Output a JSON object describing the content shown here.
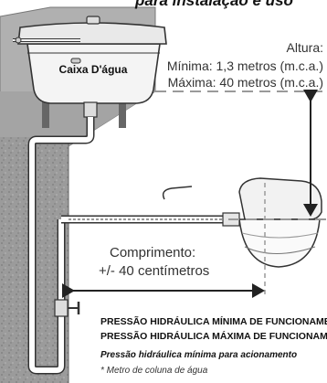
{
  "header": {
    "title": "para instalação e uso"
  },
  "tank": {
    "label": "Caixa D'água"
  },
  "height_spec": {
    "title": "Altura:",
    "min": "Mínima: 1,3 metros (m.c.a.)",
    "max": "Máxima: 40 metros (m.c.a.)"
  },
  "length_spec": {
    "title": "Comprimento:",
    "value": "+/- 40 centímetros"
  },
  "pressure": {
    "min_line": "PRESSÃO HIDRÁULICA MÍNIMA DE FUNCIONAMENTO",
    "max_line": "PRESSÃO HIDRÁULICA MÁXIMA DE FUNCIONAMENTO",
    "activation_line": "Pressão hidráulica mínima para acionamento"
  },
  "footnote": "* Metro de coluna de água",
  "colors": {
    "wall": "#9a9a9a",
    "wall_top": "#b3b3b3",
    "pipe_fill": "#ffffff",
    "pipe_stroke": "#333333",
    "dash_line": "#9a9a9a",
    "arrow": "#222222"
  }
}
